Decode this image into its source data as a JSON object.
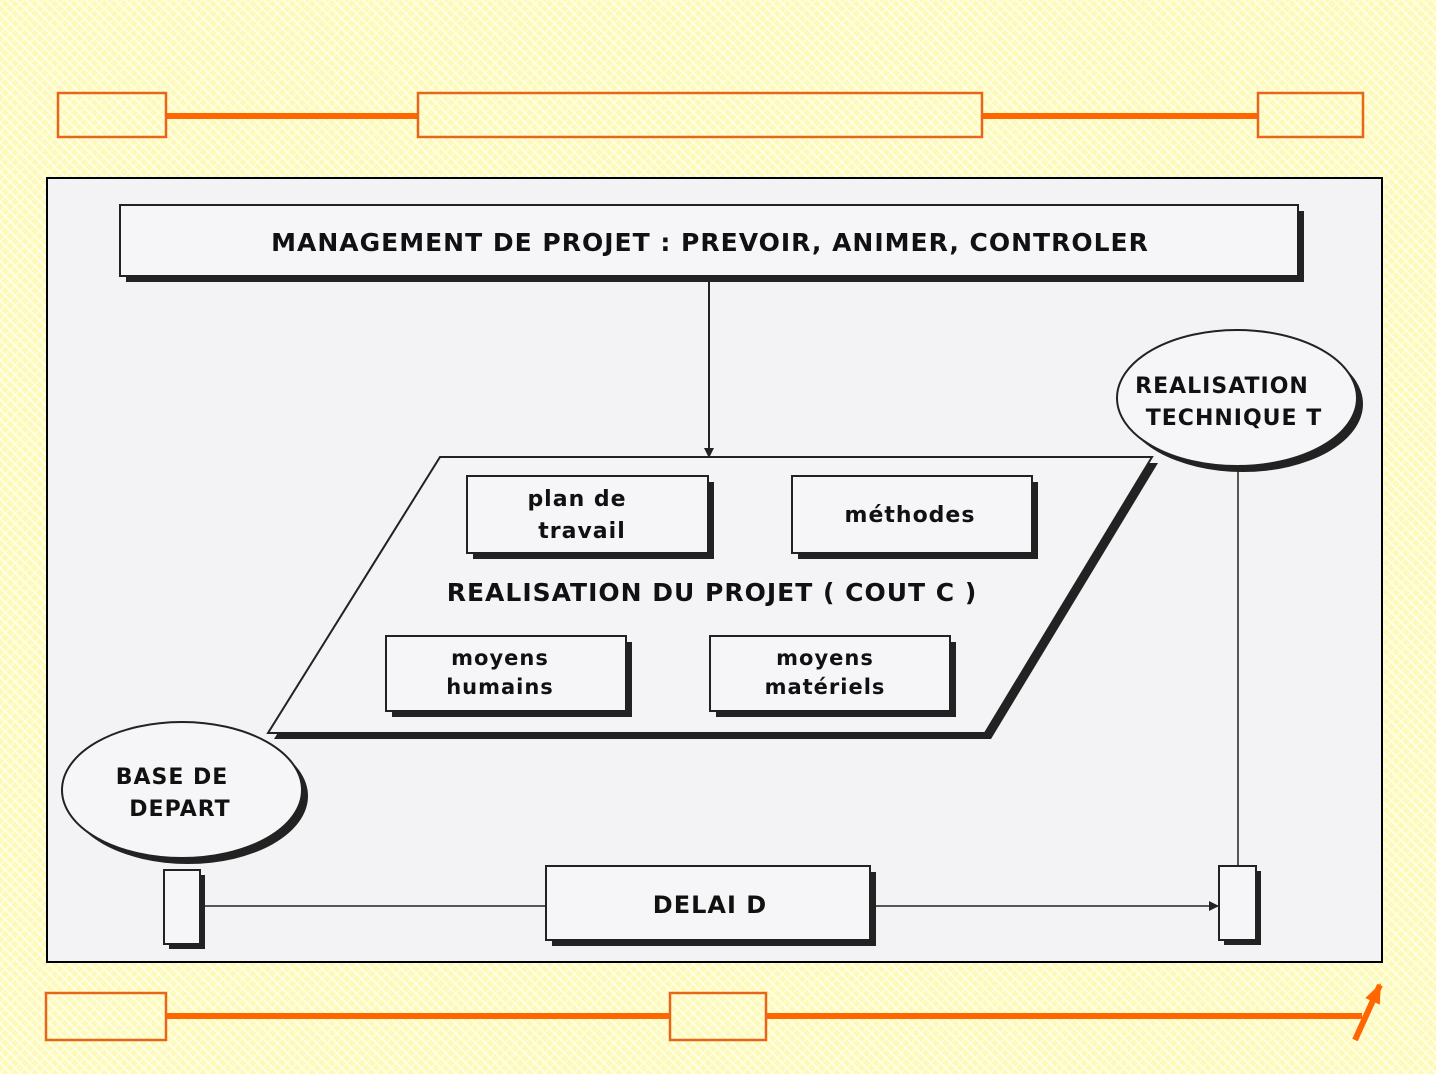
{
  "diagram": {
    "title": "MANAGEMENT  DE  PROJET : PREVOIR, ANIMER, CONTROLER",
    "center_label": "REALISATION  DU  PROJET ( COUT C )",
    "boxes": {
      "plan_line1": "plan  de",
      "plan_line2": "travail",
      "methodes": "méthodes",
      "humains_line1": "moyens",
      "humains_line2": "humains",
      "materiels_line1": "moyens",
      "materiels_line2": "matériels"
    },
    "realisation_technique": {
      "line1": "REALISATION",
      "line2": "TECHNIQUE  T"
    },
    "base_depart": {
      "line1": "BASE  DE",
      "line2": "DEPART"
    },
    "delai": "DELAI  D"
  },
  "colors": {
    "accent": "#ff6600",
    "panel": "#f3f3f6",
    "ink": "#111111"
  }
}
